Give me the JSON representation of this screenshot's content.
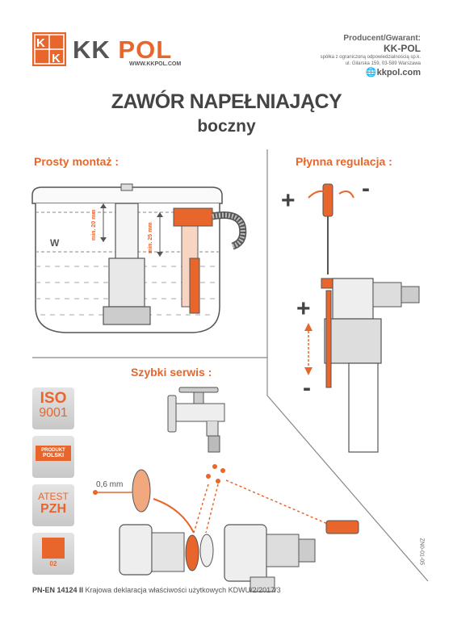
{
  "brand": {
    "kk": "KK",
    "pol": "POL",
    "url": "WWW.KKPOL.COM",
    "logo_letters": [
      "K",
      "K"
    ]
  },
  "producer": {
    "heading": "Producent/Gwarant:",
    "name": "KK-POL",
    "line1": "spółka z ograniczoną odpowiedzialnością sp.k.",
    "line2": "ul. Gilarska 159, 03-589 Warszawa",
    "web": "kkpol.com"
  },
  "title": "ZAWÓR NAPEŁNIAJĄCY",
  "subtitle": "boczny",
  "sections": {
    "install": "Prosty montaż :",
    "regulation": "Płynna regulacja :",
    "service": "Szybki serwis :"
  },
  "diagram": {
    "w_label": "W",
    "min20": "min. 20 mm",
    "min25": "min. 25 mm",
    "plus": "+",
    "minus": "-",
    "gasket": "0,6 mm"
  },
  "badges": {
    "iso_top": "ISO",
    "iso_bottom": "9001",
    "produkt_line1": "PRODUKT",
    "produkt_line2": "POLSKI",
    "atest_top": "ATEST",
    "atest_bottom": "PZH",
    "b_code": "02"
  },
  "footer": {
    "norm": "PN-EN 14124 II",
    "text": "Krajowa deklaracja właściwości użytkowych KDWU/2/2017/3"
  },
  "doc_code": "ZN0-01-05",
  "colors": {
    "accent": "#e8662b",
    "grey": "#555555",
    "line": "#888888"
  }
}
